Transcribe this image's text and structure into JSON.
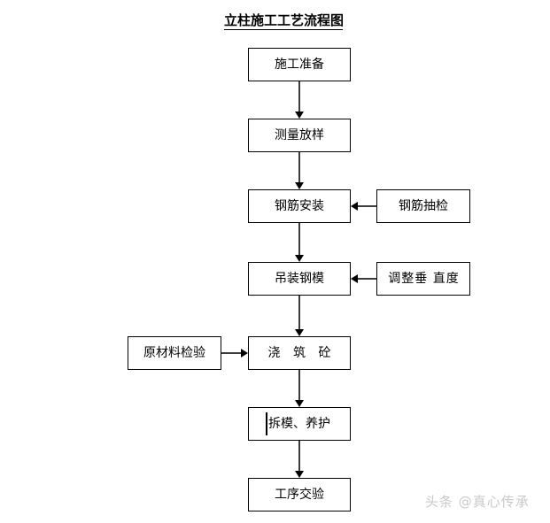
{
  "diagram": {
    "title": "立柱施工工艺流程图",
    "background_color": "#ffffff",
    "box_border_color": "#000000",
    "connector_color": "#3c3c3c",
    "main_flow": [
      {
        "id": "node-1",
        "label": "施工准备"
      },
      {
        "id": "node-2",
        "label": "测量放样"
      },
      {
        "id": "node-3",
        "label": "钢筋安装"
      },
      {
        "id": "node-4",
        "label": "吊装钢模"
      },
      {
        "id": "node-5",
        "label": "浇 筑 砼"
      },
      {
        "id": "node-6",
        "label": "拆模、养护"
      },
      {
        "id": "node-7",
        "label": "工序交验"
      }
    ],
    "side_nodes": [
      {
        "id": "node-side-1",
        "label": "钢筋抽检",
        "side": "right",
        "target": "node-3"
      },
      {
        "id": "node-side-2",
        "label": "调整垂 直度",
        "side": "right",
        "target": "node-4"
      },
      {
        "id": "node-side-3",
        "label": "原材料检验",
        "side": "left",
        "target": "node-5"
      }
    ]
  },
  "watermark": {
    "text": "头条 @真心传承",
    "color": "#c9c9c9"
  }
}
